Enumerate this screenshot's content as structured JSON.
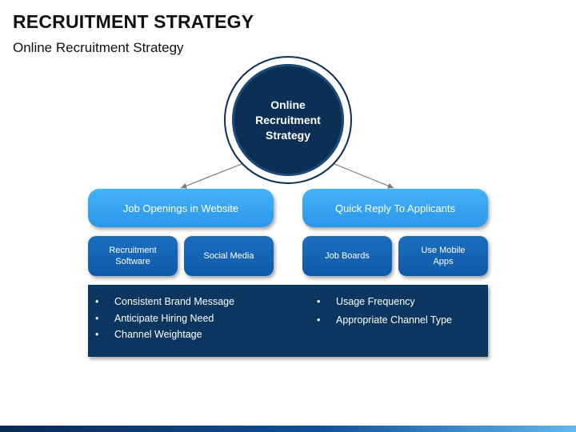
{
  "header": {
    "title": "RECRUITMENT STRATEGY",
    "subtitle": "Online Recruitment Strategy"
  },
  "hub": {
    "label": "Online Recruitment Strategy"
  },
  "branches": [
    {
      "label": "Job Openings in Website",
      "children": [
        {
          "label": "Recruitment Software"
        },
        {
          "label": "Social Media"
        }
      ]
    },
    {
      "label": "Quick Reply To Applicants",
      "children": [
        {
          "label": "Job Boards"
        },
        {
          "label": "Use Mobile Apps"
        }
      ]
    }
  ],
  "panel": {
    "left_items": [
      "Consistent Brand Message",
      "Anticipate Hiring Need",
      "Channel Weightage"
    ],
    "right_items": [
      "Usage Frequency",
      "Appropriate Channel Type"
    ]
  },
  "colors": {
    "hub_navy": "#0b2f55",
    "pill_blue": "#2a97eb",
    "sub_blue": "#0f5aa8",
    "panel_navy": "#0b3660"
  }
}
